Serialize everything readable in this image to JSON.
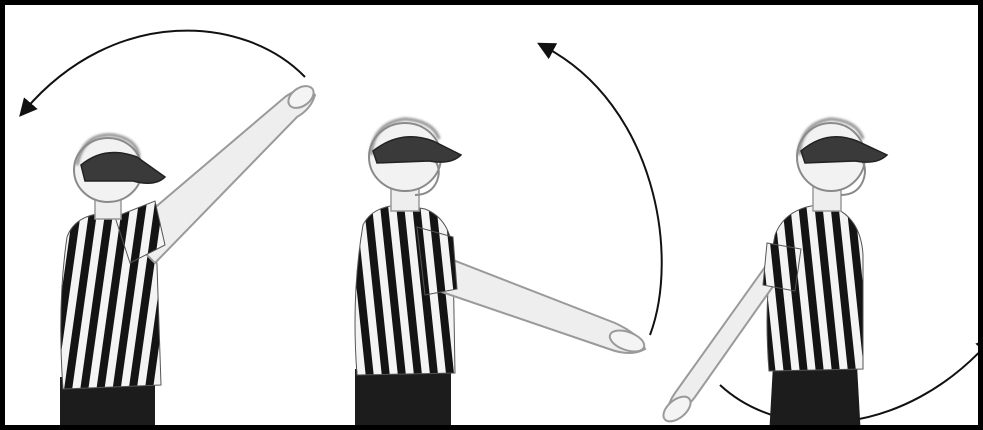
{
  "image": {
    "subject": "referee-arm-signal-sequence",
    "figures": [
      {
        "pose": "arm-raised-overhead"
      },
      {
        "pose": "arm-extended-forward"
      },
      {
        "pose": "arm-lowered-back"
      }
    ],
    "colors": {
      "frame": "#000000",
      "background": "#ffffff",
      "stripe_dark": "#141414",
      "stripe_light": "#f4f4f4",
      "skin": "#eeeeee",
      "skin_outline": "#9a9a9a",
      "pants": "#1c1c1c",
      "arc": "#111111"
    }
  }
}
